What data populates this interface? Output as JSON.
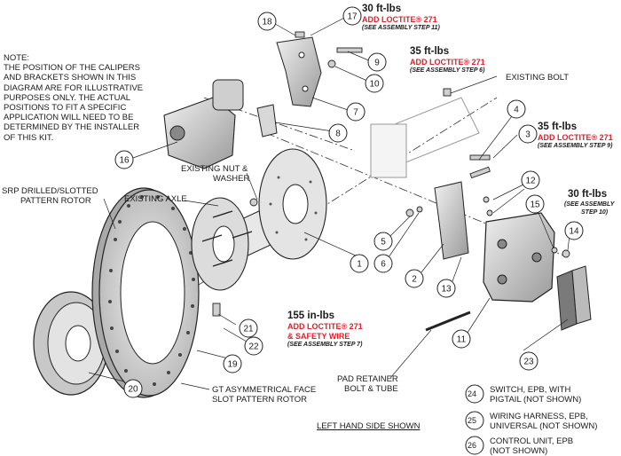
{
  "note": {
    "lines": [
      "NOTE:",
      "THE POSITION OF THE CALIPERS",
      "AND BRACKETS SHOWN IN THIS",
      "DIAGRAM ARE FOR ILLUSTRATIVE",
      "PURPOSES ONLY. THE ACTUAL",
      "POSITIONS TO FIT A SPECIFIC",
      "APPLICATION WILL NEED TO BE",
      "DETERMINED BY THE INSTALLER",
      "OF THIS KIT."
    ]
  },
  "callouts": [
    "1",
    "2",
    "3",
    "4",
    "5",
    "6",
    "7",
    "8",
    "9",
    "10",
    "11",
    "12",
    "13",
    "14",
    "15",
    "16",
    "17",
    "18",
    "19",
    "20",
    "21",
    "22",
    "23"
  ],
  "torque": {
    "t17": {
      "value": "30 ft-lbs",
      "loctite": "ADD LOCTITE® 271",
      "step": "(SEE ASSEMBLY STEP 11)"
    },
    "t9": {
      "value": "35 ft-lbs",
      "loctite": "ADD LOCTITE® 271",
      "step": "(SEE ASSEMBLY STEP 6)"
    },
    "t3": {
      "value": "35 ft-lbs",
      "loctite": "ADD LOCTITE® 271",
      "step": "(SEE ASSEMBLY STEP 9)"
    },
    "t14": {
      "value": "30 ft-lbs",
      "step1": "(SEE ASSEMBLY",
      "step2": "STEP 10)"
    },
    "t21": {
      "value": "155 in-lbs",
      "loctite": "ADD LOCTITE® 271",
      "wire": "& SAFETY WIRE",
      "step": "(SEE ASSEMBLY STEP 7)"
    }
  },
  "labels": {
    "existing_bolt": "EXISTING BOLT",
    "existing_nut": "EXISTING NUT &",
    "washer": "WASHER",
    "existing_axle": "EXISTING AXLE",
    "srp1": "SRP DRILLED/SLOTTED",
    "srp2": "PATTERN ROTOR",
    "gt1": "GT ASYMMETRICAL FACE",
    "gt2": "SLOT PATTERN ROTOR",
    "pad1": "PAD RETAINER",
    "pad2": "BOLT & TUBE"
  },
  "legend": [
    {
      "num": "24",
      "line1": "SWITCH, EPB, WITH",
      "line2": "PIGTAIL (NOT SHOWN)"
    },
    {
      "num": "25",
      "line1": "WIRING HARNESS, EPB,",
      "line2": "UNIVERSAL (NOT SHOWN)"
    },
    {
      "num": "26",
      "line1": "CONTROL UNIT, EPB",
      "line2": "(NOT SHOWN)"
    }
  ],
  "footer": "LEFT HAND SIDE SHOWN",
  "colors": {
    "line": "#1a1a1a",
    "red": "#e0202a",
    "metal": "#d9d9d9",
    "dark": "#6e6e6e"
  }
}
